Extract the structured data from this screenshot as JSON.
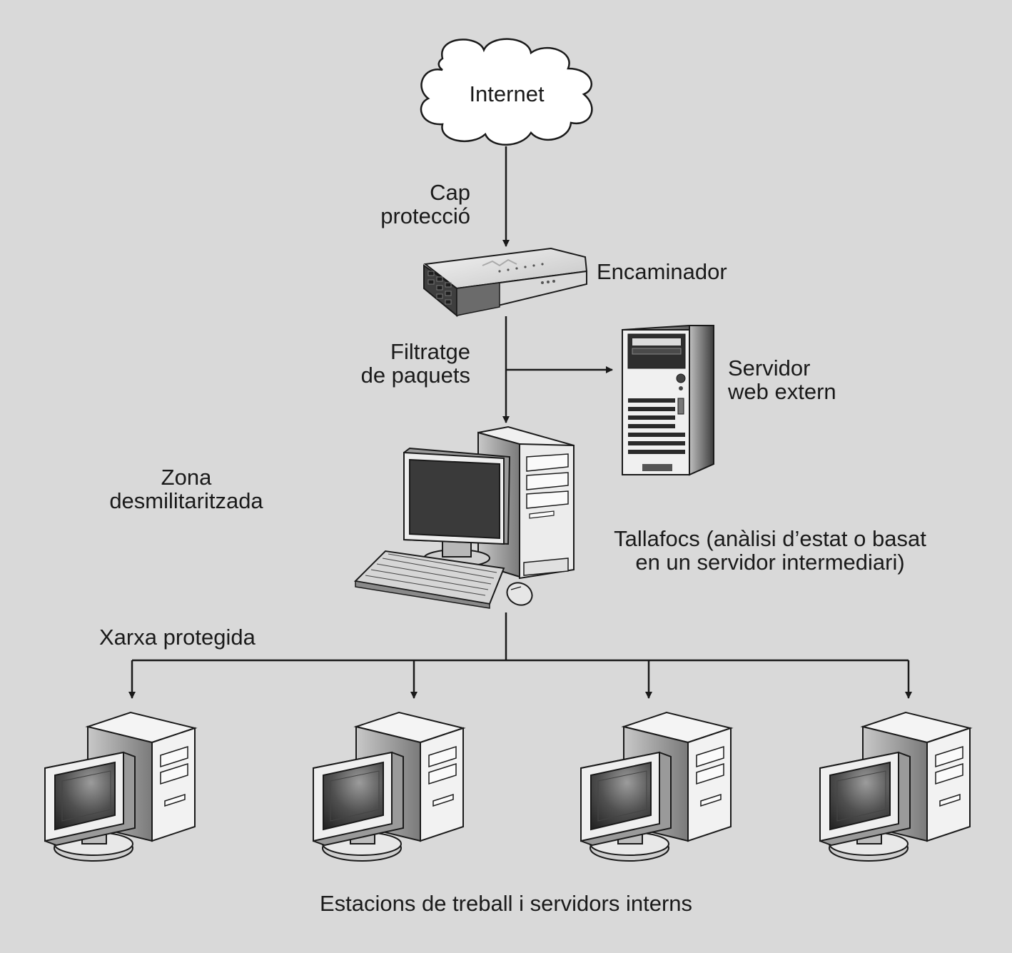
{
  "labels": {
    "internet": "Internet",
    "no_protection": [
      "Cap",
      "protecció"
    ],
    "router": "Encaminador",
    "packet_filtering": [
      "Filtratge",
      "de paquets"
    ],
    "web_server": [
      "Servidor",
      "web extern"
    ],
    "dmz": [
      "Zona",
      "desmilitaritzada"
    ],
    "firewall": [
      "Tallafocs (anàlisi d’estat o basat",
      "en un servidor intermediari)"
    ],
    "protected_network": "Xarxa protegida",
    "workstations": "Estacions de treball i servidors interns"
  },
  "colors": {
    "background": "#d9d9d9",
    "line": "#1a1a1a",
    "screen_dark": "#3a3a3a",
    "device_light": "#f0f0f0",
    "device_mid": "#9a9a9a"
  },
  "icons": [
    "cloud-icon",
    "router-icon",
    "server-tower-icon",
    "desktop-computer-icon",
    "workstation-icon"
  ]
}
